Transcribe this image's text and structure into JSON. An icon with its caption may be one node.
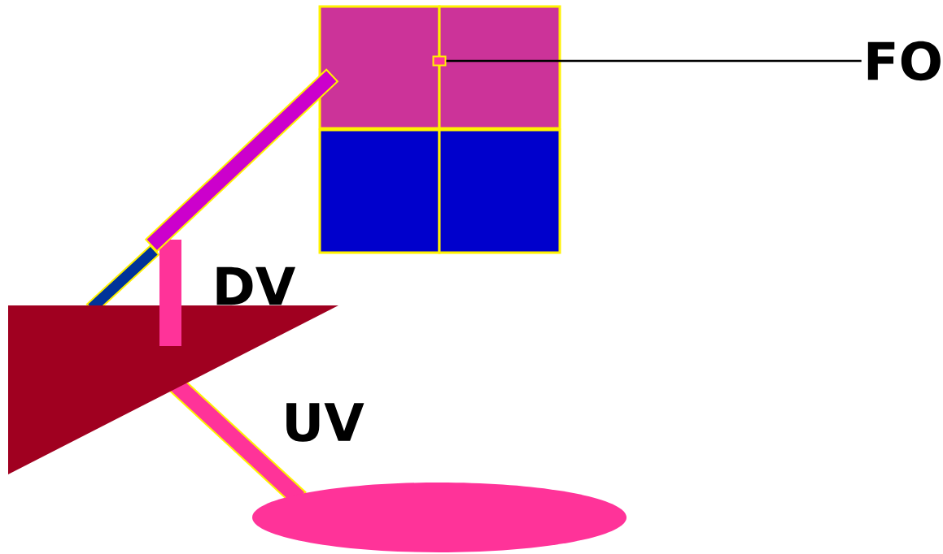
{
  "diagram": {
    "nodes": [
      {
        "text": [
          "FO"
        ]
      },
      {
        "text": [],
        "shape": "box"
      }
    ],
    "edges": [
      {
        "from": 0,
        "to": 1,
        "arrow": "none"
      }
    ],
    "labels": [
      "DV",
      "UV"
    ]
  }
}
